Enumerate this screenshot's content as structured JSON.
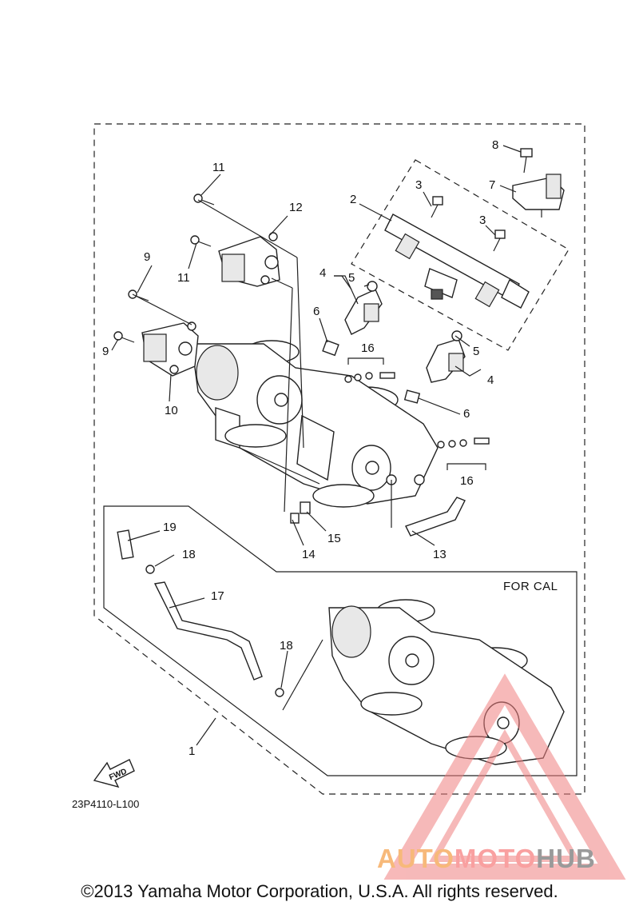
{
  "callouts": [
    "1",
    "2",
    "3",
    "3",
    "4",
    "4",
    "5",
    "5",
    "6",
    "6",
    "7",
    "8",
    "9",
    "9",
    "10",
    "11",
    "11",
    "12",
    "13",
    "14",
    "15",
    "16",
    "16",
    "17",
    "18",
    "18",
    "19"
  ],
  "variant_label": "FOR CAL",
  "diagram_code": "23P4110-L100",
  "fwd_label": "FWD",
  "watermark": {
    "part1": "AUTO",
    "part2": "MOTO",
    "part3": "HUB"
  },
  "copyright": "©2013 Yamaha Motor Corporation, U.S.A. All rights reserved.",
  "colors": {
    "watermark_triangle": "#f08080",
    "watermark_auto": "#f7b97a",
    "watermark_moto": "#f9a0a0",
    "watermark_hub": "#9a9a9a",
    "linework": "#222222"
  }
}
